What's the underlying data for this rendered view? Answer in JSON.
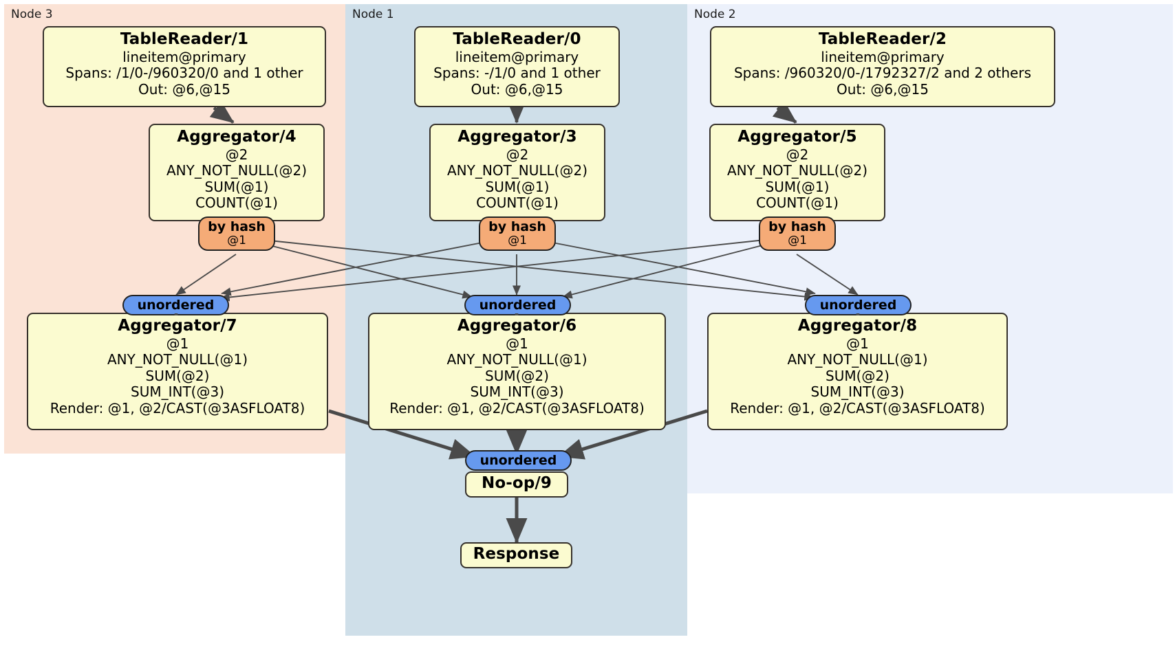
{
  "diagram": {
    "type": "distributed-query-plan",
    "title": "",
    "colors": {
      "node3_panel": "#fbe3d6",
      "node1_panel": "#cfdfe9",
      "node2_panel": "#ecf1fb",
      "processor_box": "#fbfbd0",
      "hash_router": "#f5ab77",
      "unordered_sync": "#6699ef",
      "edge": "#4a4a4a",
      "border": "#35302b"
    }
  },
  "panels": [
    {
      "id": "node3",
      "label": "Node 3"
    },
    {
      "id": "node1",
      "label": "Node 1"
    },
    {
      "id": "node2",
      "label": "Node 2"
    }
  ],
  "processors": {
    "table_reader_1": {
      "title": "TableReader/1",
      "lines": [
        "lineitem@primary",
        "Spans: /1/0-/960320/0 and 1 other",
        "Out: @6,@15"
      ]
    },
    "table_reader_0": {
      "title": "TableReader/0",
      "lines": [
        "lineitem@primary",
        "Spans: -/1/0 and 1 other",
        "Out: @6,@15"
      ]
    },
    "table_reader_2": {
      "title": "TableReader/2",
      "lines": [
        "lineitem@primary",
        "Spans: /960320/0-/1792327/2 and 2 others",
        "Out: @6,@15"
      ]
    },
    "aggregator_4": {
      "title": "Aggregator/4",
      "lines": [
        "@2",
        "ANY_NOT_NULL(@2)",
        "SUM(@1)",
        "COUNT(@1)"
      ]
    },
    "aggregator_3": {
      "title": "Aggregator/3",
      "lines": [
        "@2",
        "ANY_NOT_NULL(@2)",
        "SUM(@1)",
        "COUNT(@1)"
      ]
    },
    "aggregator_5": {
      "title": "Aggregator/5",
      "lines": [
        "@2",
        "ANY_NOT_NULL(@2)",
        "SUM(@1)",
        "COUNT(@1)"
      ]
    },
    "aggregator_7": {
      "title": "Aggregator/7",
      "lines": [
        "@1",
        "ANY_NOT_NULL(@1)",
        "SUM(@2)",
        "SUM_INT(@3)",
        "Render: @1, @2/CAST(@3ASFLOAT8)"
      ]
    },
    "aggregator_6": {
      "title": "Aggregator/6",
      "lines": [
        "@1",
        "ANY_NOT_NULL(@1)",
        "SUM(@2)",
        "SUM_INT(@3)",
        "Render: @1, @2/CAST(@3ASFLOAT8)"
      ]
    },
    "aggregator_8": {
      "title": "Aggregator/8",
      "lines": [
        "@1",
        "ANY_NOT_NULL(@1)",
        "SUM(@2)",
        "SUM_INT(@3)",
        "Render: @1, @2/CAST(@3ASFLOAT8)"
      ]
    },
    "noop_9": {
      "title": "No-op/9",
      "lines": []
    },
    "response": {
      "title": "Response",
      "lines": []
    }
  },
  "routers": {
    "hash_left": {
      "title": "by hash",
      "sub": "@1"
    },
    "hash_mid": {
      "title": "by hash",
      "sub": "@1"
    },
    "hash_right": {
      "title": "by hash",
      "sub": "@1"
    },
    "unordered_left": {
      "title": "unordered",
      "sub": ""
    },
    "unordered_mid": {
      "title": "unordered",
      "sub": ""
    },
    "unordered_right": {
      "title": "unordered",
      "sub": ""
    },
    "unordered_final": {
      "title": "unordered",
      "sub": ""
    }
  }
}
